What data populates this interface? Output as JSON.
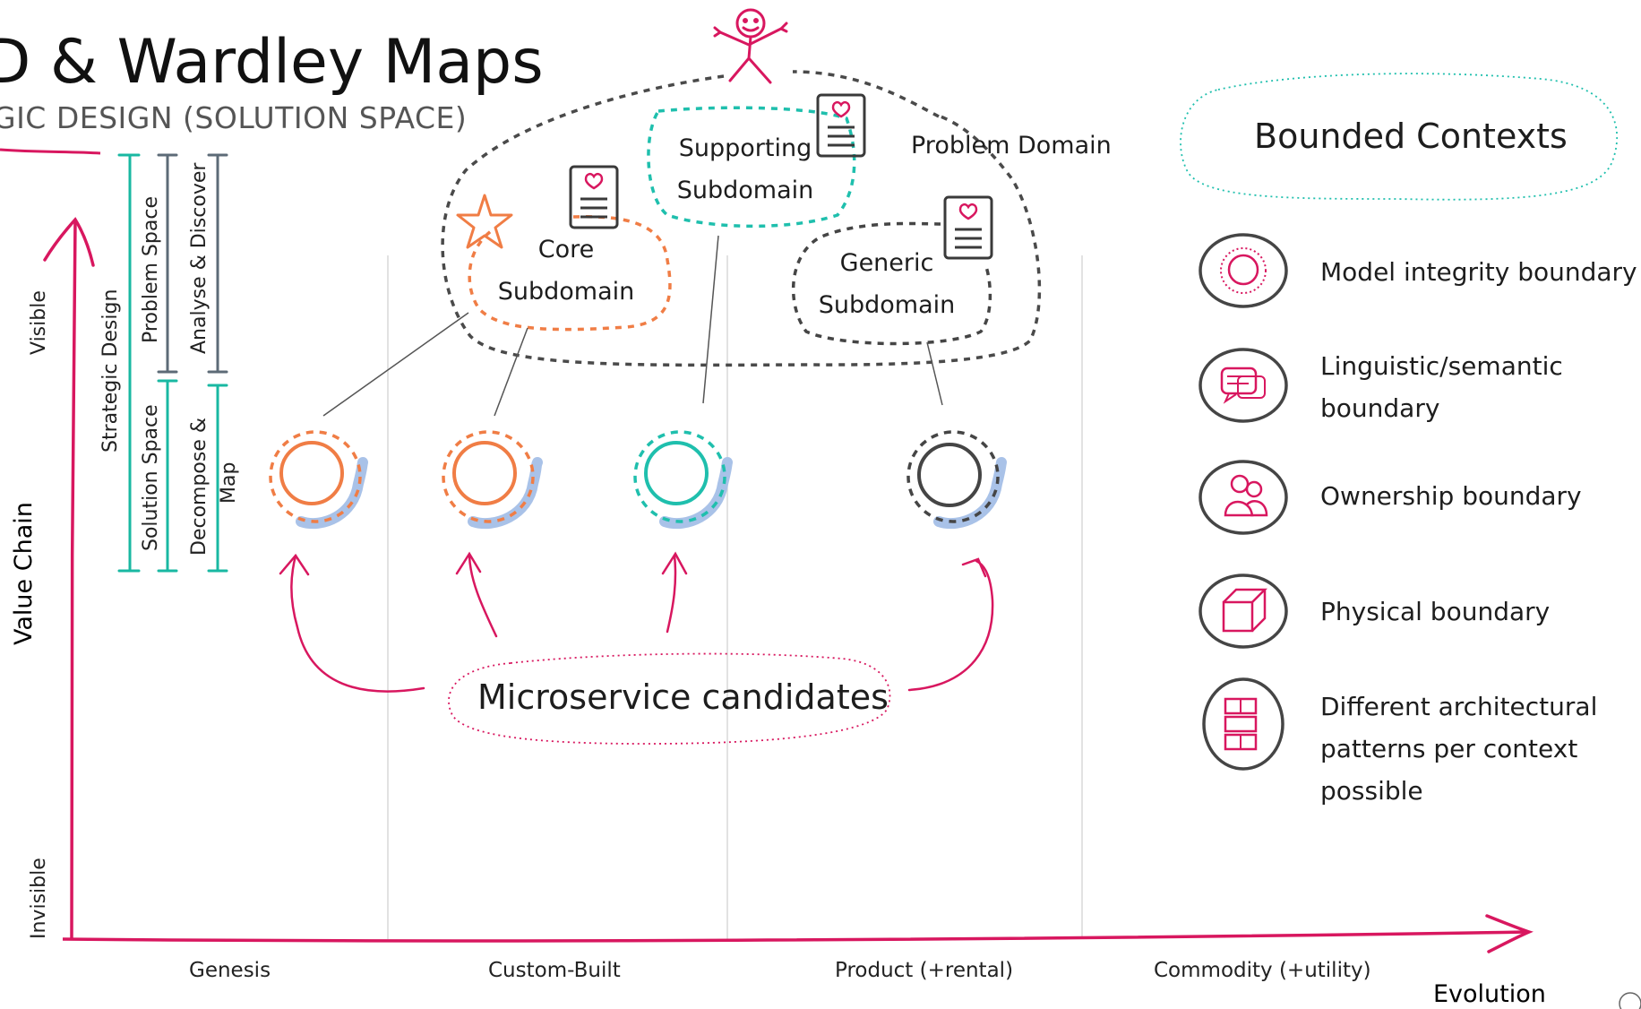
{
  "header": {
    "title": "D & Wardley Maps",
    "subtitle": "GIC DESIGN (SOLUTION SPACE)"
  },
  "axes": {
    "y_label": "Value Chain",
    "y_top": "Visible",
    "y_bottom": "Invisible",
    "x_label": "Evolution",
    "stages": [
      "Genesis",
      "Custom-Built",
      "Product (+rental)",
      "Commodity (+utility)"
    ]
  },
  "brackets": {
    "strategic_design": "Strategic Design",
    "problem_space": "Problem Space",
    "solution_space": "Solution Space",
    "analyse_discover": "Analyse & Discover",
    "decompose_map_line1": "Decompose &",
    "decompose_map_line2": "Map"
  },
  "problem_domain": {
    "label": "Problem Domain",
    "core_line1": "Core",
    "core_line2": "Subdomain",
    "supporting_line1": "Supporting",
    "supporting_line2": "Subdomain",
    "generic_line1": "Generic",
    "generic_line2": "Subdomain"
  },
  "microservices": {
    "label": "Microservice candidates"
  },
  "legend": {
    "title": "Bounded Contexts",
    "items": [
      {
        "icon": "model-integrity-icon",
        "line1": "Model integrity boundary",
        "line2": "",
        "line3": ""
      },
      {
        "icon": "speech-bubbles-icon",
        "line1": "Linguistic/semantic",
        "line2": "boundary",
        "line3": ""
      },
      {
        "icon": "people-icon",
        "line1": "Ownership boundary",
        "line2": "",
        "line3": ""
      },
      {
        "icon": "cube-icon",
        "line1": "Physical boundary",
        "line2": "",
        "line3": ""
      },
      {
        "icon": "stacked-blocks-icon",
        "line1": "Different architectural",
        "line2": "patterns per context",
        "line3": "possible"
      }
    ]
  },
  "colors": {
    "accent": "#d8175f",
    "core": "#f07d45",
    "supporting": "#1fbfad",
    "generic": "#454545",
    "bracket_teal": "#19b8a2",
    "bracket_slate": "#5d6b77",
    "shadow": "#a9c2e8"
  }
}
